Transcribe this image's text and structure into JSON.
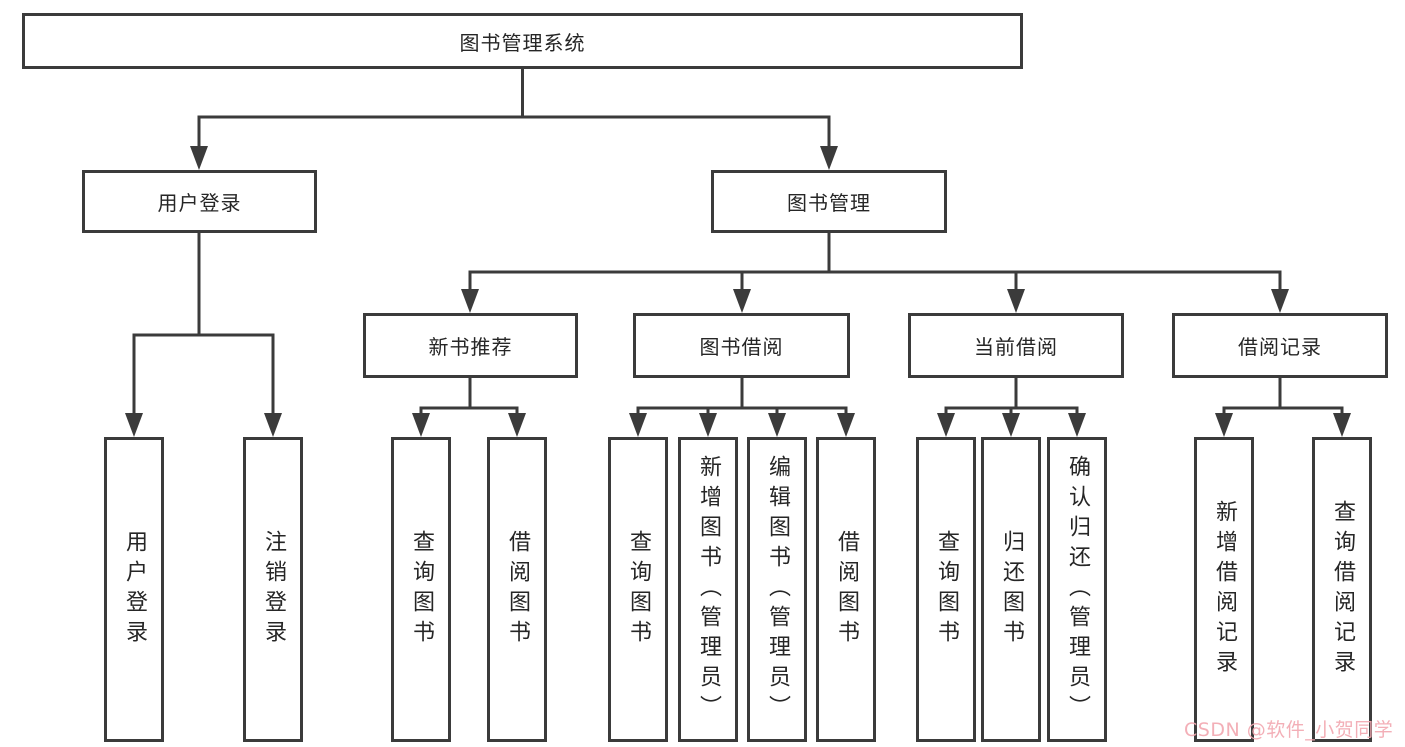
{
  "diagram": {
    "title": "图书管理系统",
    "type": "hierarchy-chart"
  },
  "tree": {
    "root": {
      "label": "图书管理系统",
      "children": [
        {
          "label": "用户登录",
          "children": [
            {
              "label": "用户登录"
            },
            {
              "label": "注销登录"
            }
          ]
        },
        {
          "label": "图书管理",
          "children": [
            {
              "label": "新书推荐",
              "children": [
                {
                  "label": "查询图书"
                },
                {
                  "label": "借阅图书"
                }
              ]
            },
            {
              "label": "图书借阅",
              "children": [
                {
                  "label": "查询图书"
                },
                {
                  "label": "新增图书（管理员）"
                },
                {
                  "label": "编辑图书（管理员）"
                },
                {
                  "label": "借阅图书"
                }
              ]
            },
            {
              "label": "当前借阅",
              "children": [
                {
                  "label": "查询图书"
                },
                {
                  "label": "归还图书"
                },
                {
                  "label": "确认归还（管理员）"
                }
              ]
            },
            {
              "label": "借阅记录",
              "children": [
                {
                  "label": "新增借阅记录"
                },
                {
                  "label": "查询借阅记录"
                }
              ]
            }
          ]
        }
      ]
    }
  },
  "watermark": {
    "text": "CSDN @软件_小贺同学",
    "color": "#f2a8b1"
  },
  "colors": {
    "line": "#3b3b3b",
    "text": "#262626",
    "background": "#ffffff"
  }
}
